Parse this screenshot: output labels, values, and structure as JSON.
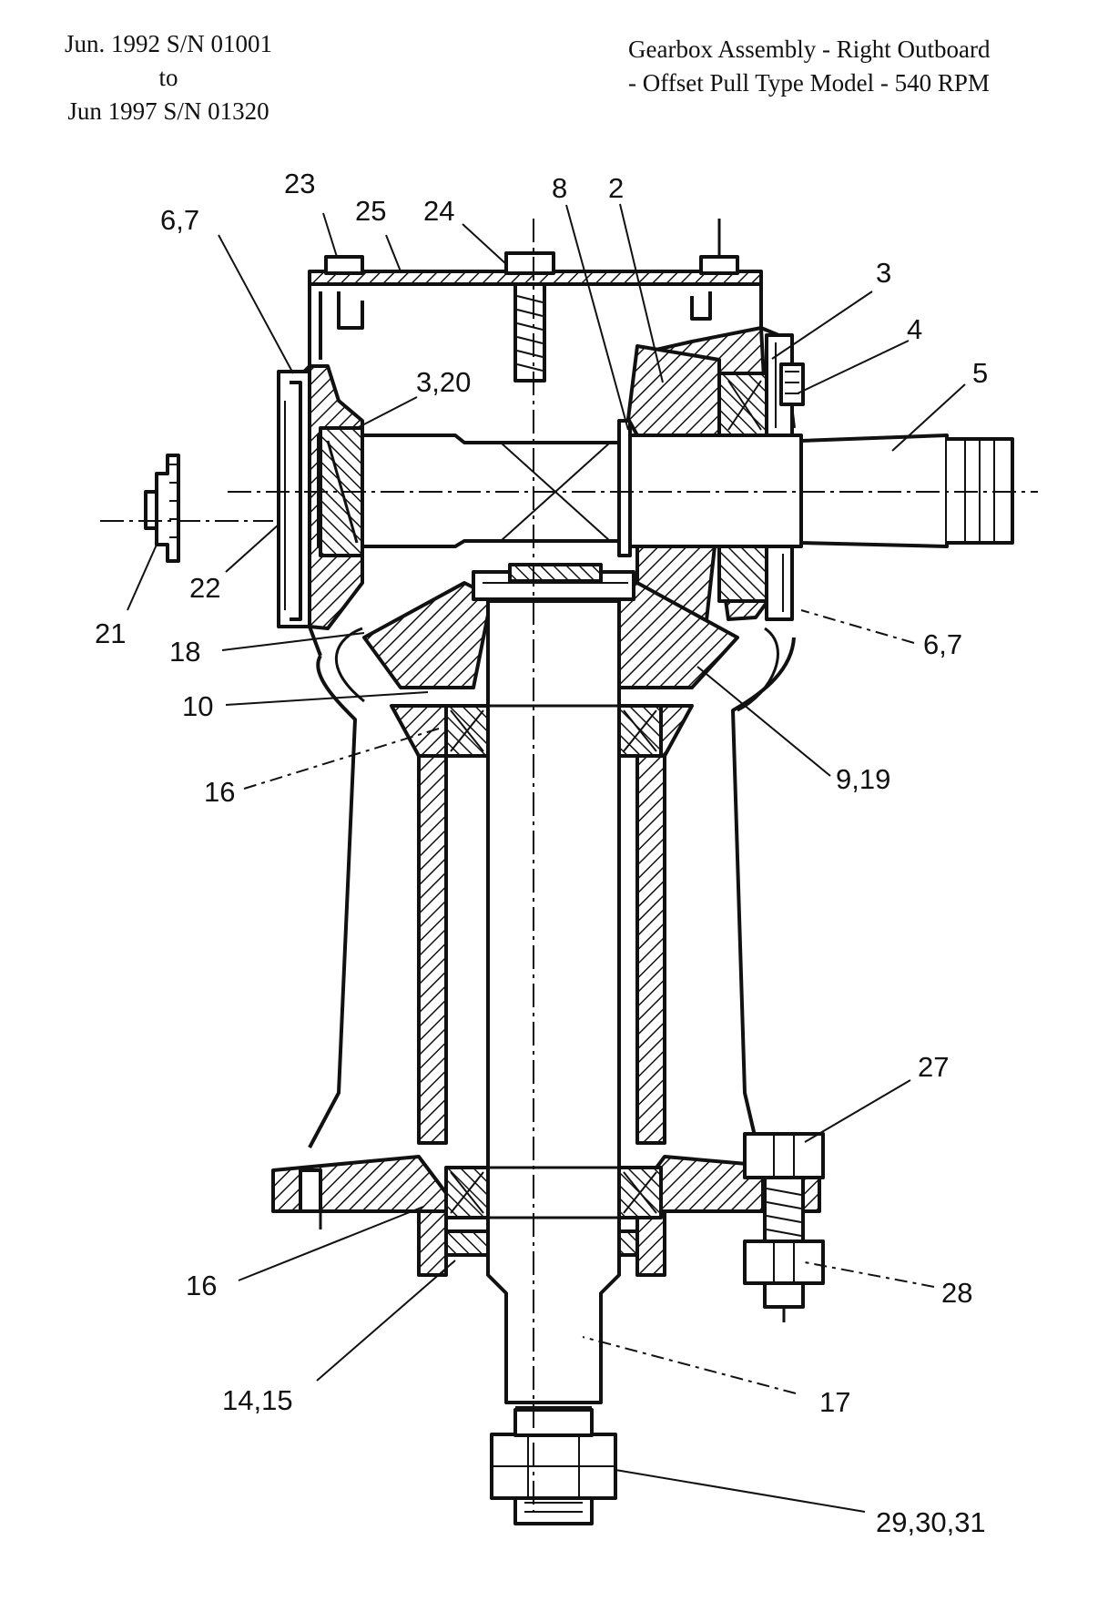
{
  "header": {
    "left_lines": [
      "Jun. 1992  S/N 01001",
      "to",
      "Jun  1997 S/N 01320"
    ],
    "right_lines": [
      "Gearbox Assembly -  Right  Outboard",
      "-  Offset Pull  Type Model - 540  RPM"
    ]
  },
  "callouts": {
    "c23": "23",
    "c25": "25",
    "c24": "24",
    "c8": "8",
    "c2": "2",
    "c67_top": "6,7",
    "c3": "3",
    "c4": "4",
    "c5": "5",
    "c320": "3,20",
    "c22": "22",
    "c21": "21",
    "c18": "18",
    "c67_right": "6,7",
    "c10": "10",
    "c16_top": "16",
    "c919": "9,19",
    "c27": "27",
    "c16_bottom": "16",
    "c28": "28",
    "c1415": "14,15",
    "c17": "17",
    "c293031": "29,30,31"
  },
  "colors": {
    "ink": "#111111",
    "paper": "#ffffff"
  }
}
